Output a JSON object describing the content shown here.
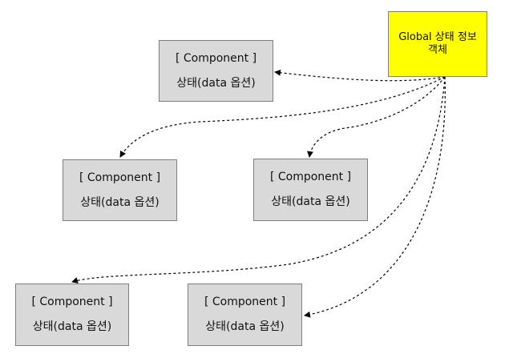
{
  "global_object": {
    "line1": "Global 상태 정보",
    "line2": "객체"
  },
  "components": [
    {
      "title": "[ Component ]",
      "state": "상태(data 옵션)"
    },
    {
      "title": "[ Component ]",
      "state": "상태(data 옵션)"
    },
    {
      "title": "[ Component ]",
      "state": "상태(data 옵션)"
    },
    {
      "title": "[ Component ]",
      "state": "상태(data 옵션)"
    },
    {
      "title": "[ Component ]",
      "state": "상태(data 옵션)"
    }
  ],
  "colors": {
    "global_fill": "#ffff00",
    "component_fill": "#d9d9d9",
    "border": "#7f7f7f",
    "edge": "#000000"
  },
  "edge_style": "dashed-arrow"
}
